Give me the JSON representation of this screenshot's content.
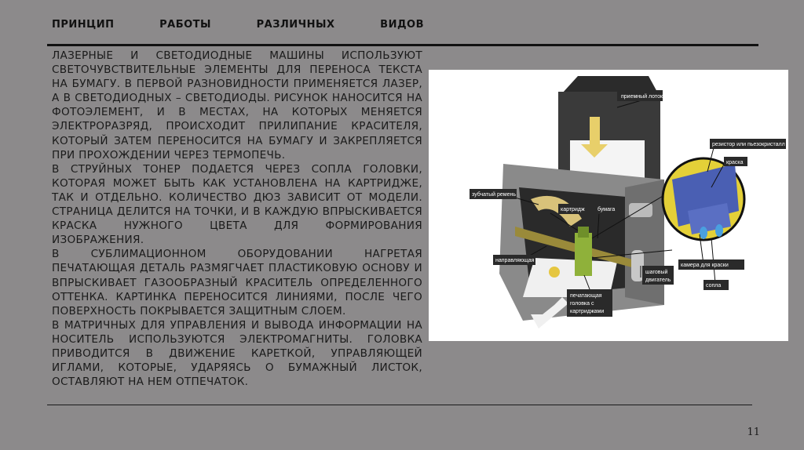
{
  "slide": {
    "title_words": [
      "ПРИНЦИП",
      "РАБОТЫ",
      "РАЗЛИЧНЫХ",
      "ВИДОВ"
    ],
    "paragraphs": [
      "Лазерные и светодиодные машины используют светочувствительные элементы для переноса текста на бумагу. В первой разновидности применяется лазер, а в светодиодных – светодиоды. Рисунок наносится на фотоэлемент, и в местах, на которых меняется электроразряд, происходит прилипание красителя, который затем переносится на бумагу и закрепляется при прохождении через термопечь.",
      "В струйных тонер подается через сопла головки, которая может быть как установлена на картридже, так и отдельно. Количество дюз зависит от модели. Страница делится на точки, и в каждую впрыскивается краска нужного цвета для формирования изображения.",
      "В сублимационном оборудовании нагретая печатающая деталь размягчает пластиковую основу и впрыскивает газообразный краситель определенного оттенка. Картинка переносится линиями, после чего поверхность покрывается защитным слоем.",
      "В матричных для управления и вывода информации на носитель используются электромагниты. Головка приводится в движение кареткой, управляющей иглами, которые, ударяясь о бумажный листок, оставляют на нем отпечаток."
    ],
    "page_number": "11"
  },
  "figure": {
    "labels": {
      "tray": "приемный лоток",
      "resistor": "резистор или пьезокристалл",
      "ink": "краска",
      "belt": "зубчатый ремень",
      "cartridge": "картридж",
      "paper": "бумага",
      "guide": "направляющая",
      "motor_1": "шаговый",
      "motor_2": "двигатель",
      "head_1": "печатающая",
      "head_2": "головка с",
      "head_3": "картриджами",
      "chamber": "камера для краски",
      "nozzle": "сопла"
    }
  }
}
